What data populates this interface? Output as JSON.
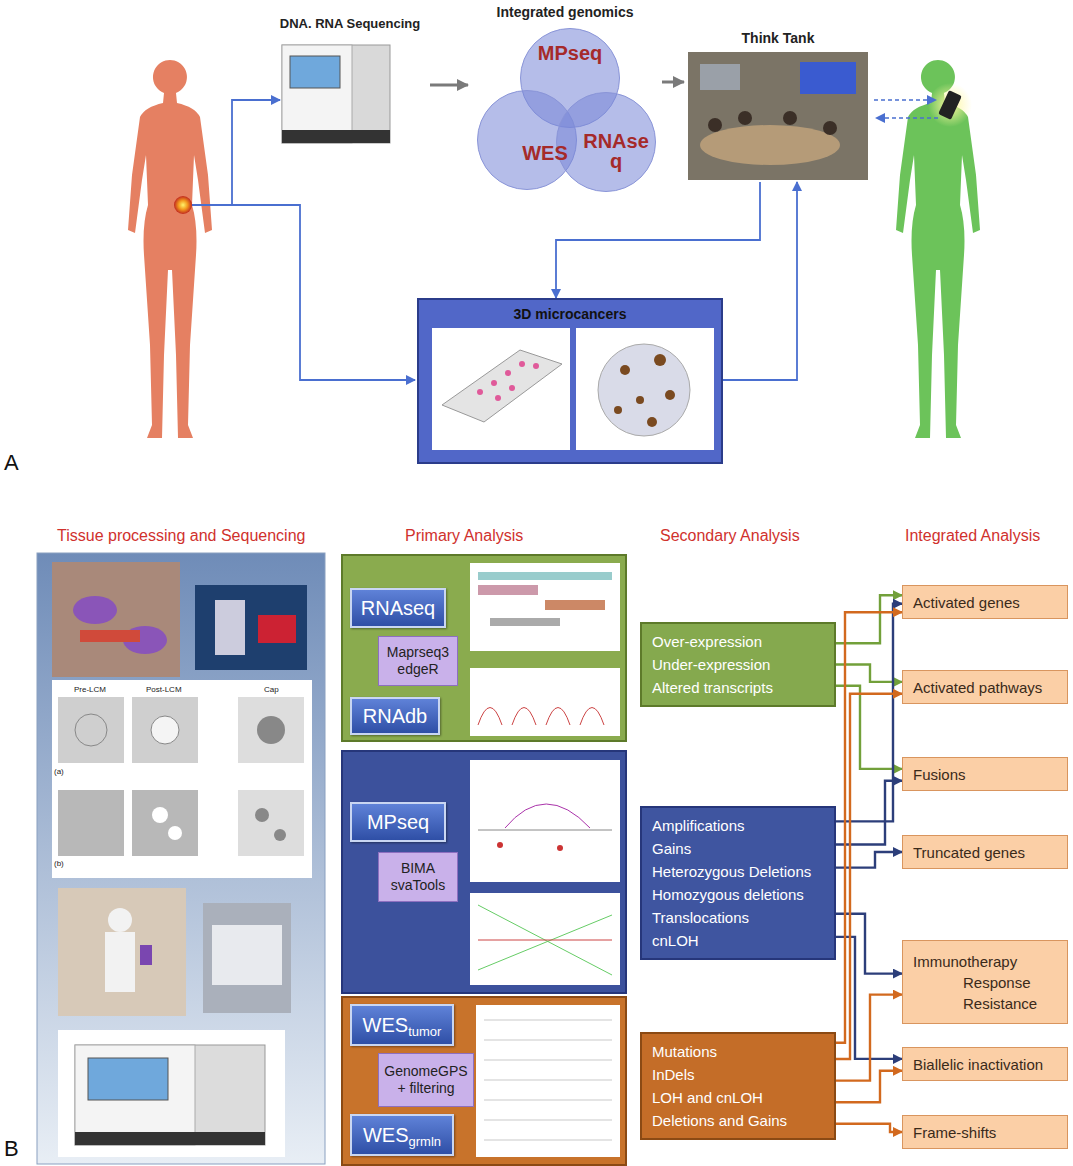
{
  "diagram": {
    "nodes": [
      {
        "text": [
          "DNA. RNA Sequencing"
        ]
      },
      {
        "text": [
          "Integrated genomics"
        ]
      },
      {
        "text": [
          "MPseq"
        ],
        "in": 1
      },
      {
        "text": [
          "WES"
        ],
        "in": 1
      },
      {
        "text": [
          "RNAse q"
        ],
        "in": 1
      },
      {
        "text": [
          "Think Tank"
        ]
      },
      {
        "text": [
          "3D microcancers"
        ]
      },
      {
        "text": [
          "RNAseq"
        ]
      },
      {
        "text": [
          "Maprseq3 edgeR"
        ]
      },
      {
        "text": [
          "RNAdb"
        ]
      },
      {
        "text": [
          "MPseq"
        ]
      },
      {
        "text": [
          "BIMA svaTools"
        ]
      },
      {
        "text": [
          "WES",
          "tumor"
        ]
      },
      {
        "text": [
          "GenomeGPS + filtering"
        ]
      },
      {
        "text": [
          "WES",
          "grmln"
        ]
      },
      {
        "text": [
          "Over-expression",
          "Under-expression",
          "Altered transcripts"
        ]
      },
      {
        "text": [
          "Amplifications",
          "Gains",
          "Heterozygous Deletions",
          "Homozygous deletions",
          "Translocations",
          "cnLOH"
        ]
      },
      {
        "text": [
          "Mutations",
          "InDels",
          "LOH and cnLOH",
          "Deletions and Gains"
        ]
      },
      {
        "text": [
          "Activated genes"
        ]
      },
      {
        "text": [
          "Activated pathways"
        ]
      },
      {
        "text": [
          "Fusions"
        ]
      },
      {
        "text": [
          "Truncated genes"
        ]
      },
      {
        "text": [
          "Immunotherapy",
          "Response",
          "Resistance"
        ]
      },
      {
        "text": [
          "Biallelic inactivation"
        ]
      },
      {
        "text": [
          "Frame-shifts"
        ]
      }
    ],
    "edges": [
      {
        "from": 0,
        "to": 1,
        "arrow": "to"
      },
      {
        "from": 1,
        "to": 5,
        "arrow": "to"
      },
      {
        "from": 5,
        "to": 6,
        "arrow": "to"
      },
      {
        "from": 6,
        "to": 5,
        "arrow": "to"
      },
      {
        "from": 15,
        "to": 18,
        "arrow": "to"
      },
      {
        "from": 15,
        "to": 19,
        "arrow": "to"
      },
      {
        "from": 15,
        "to": 20,
        "arrow": "to"
      },
      {
        "from": 16,
        "to": 18,
        "arrow": "to"
      },
      {
        "from": 16,
        "to": 20,
        "arrow": "to"
      },
      {
        "from": 16,
        "to": 21,
        "arrow": "to"
      },
      {
        "from": 16,
        "to": 22,
        "arrow": "to"
      },
      {
        "from": 16,
        "to": 23,
        "arrow": "to"
      },
      {
        "from": 17,
        "to": 18,
        "arrow": "to"
      },
      {
        "from": 17,
        "to": 19,
        "arrow": "to"
      },
      {
        "from": 17,
        "to": 22,
        "arrow": "to"
      },
      {
        "from": 17,
        "to": 23,
        "arrow": "to"
      },
      {
        "from": 17,
        "to": 24,
        "arrow": "to"
      }
    ],
    "labels": [
      "A",
      "Tissue processing and Sequencing",
      "Primary Analysis",
      "Secondary Analysis",
      "Integrated Analysis",
      "Pre-LCM",
      "Post-LCM",
      "Cap",
      "(a)",
      "(b)",
      "B"
    ]
  }
}
